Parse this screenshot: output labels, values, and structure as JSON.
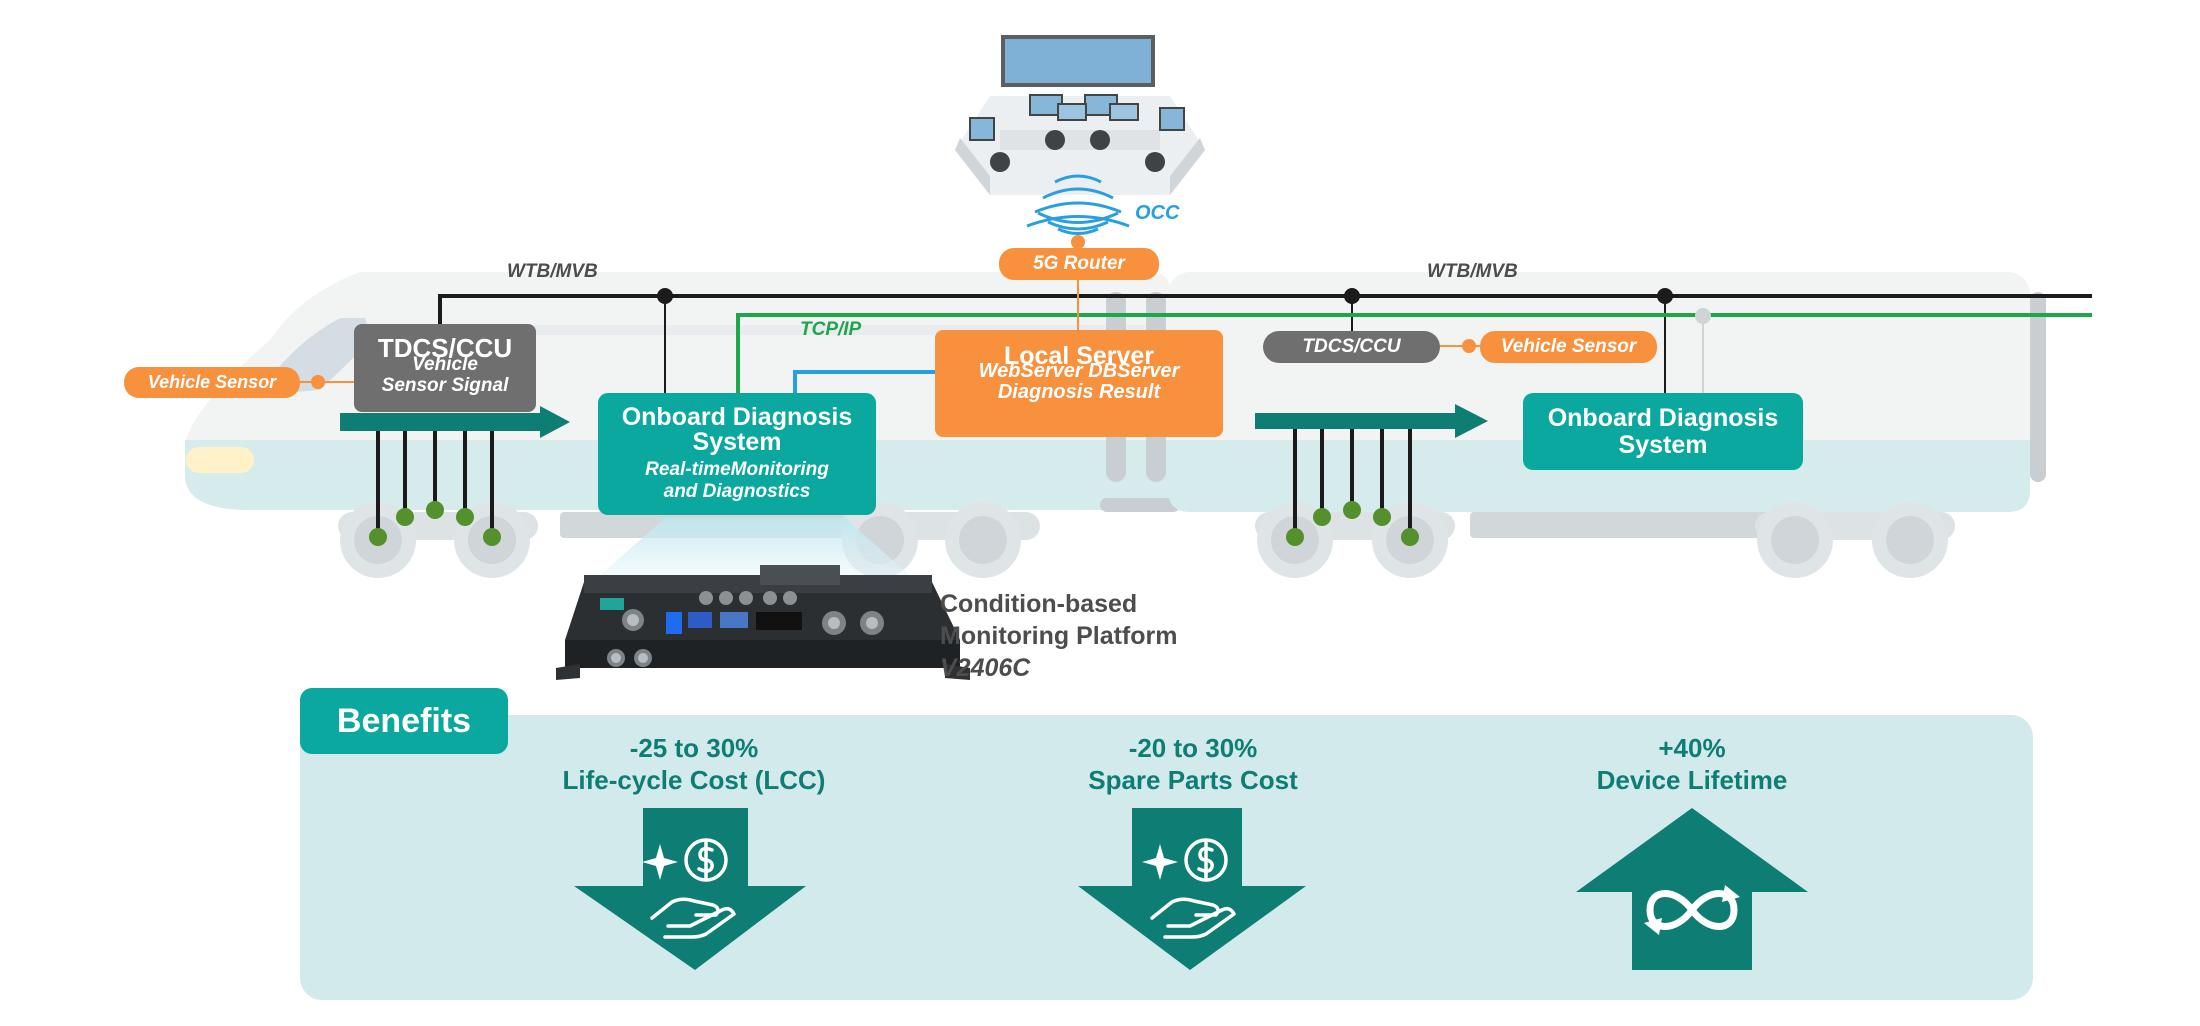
{
  "network": {
    "wtb_mvb_left": "WTB/MVB",
    "wtb_mvb_right": "WTB/MVB",
    "tcp_ip": "TCP/IP",
    "occ": "OCC"
  },
  "router": {
    "label": "5G Router"
  },
  "local_server": {
    "title": "Local Server",
    "line1": "WebServer DBServer",
    "line2": "Diagnosis Result"
  },
  "car1": {
    "tdcs_title": "TDCS/CCU",
    "tdcs_sub1": "Vehicle",
    "tdcs_sub2": "Sensor Signal",
    "vehicle_sensor": "Vehicle Sensor",
    "onboard_title1": "Onboard Diagnosis",
    "onboard_title2": "System",
    "onboard_sub1": "Real-timeMonitoring",
    "onboard_sub2": "and Diagnostics"
  },
  "car2": {
    "tdcs_title": "TDCS/CCU",
    "vehicle_sensor": "Vehicle Sensor",
    "onboard_title1": "Onboard Diagnosis",
    "onboard_title2": "System"
  },
  "platform": {
    "line1": "Condition-based",
    "line2": "Monitoring Platform",
    "model": "V2406C"
  },
  "benefits": {
    "title": "Benefits",
    "items": [
      {
        "value": "-25 to 30%",
        "label": "Life-cycle Cost (LCC)",
        "direction": "down",
        "icon": "money-hand-icon"
      },
      {
        "value": "-20 to 30%",
        "label": "Spare Parts Cost",
        "direction": "down",
        "icon": "money-hand-icon"
      },
      {
        "value": "+40%",
        "label": "Device Lifetime",
        "direction": "up",
        "icon": "infinity-loop-icon"
      }
    ]
  },
  "colors": {
    "teal": "#0aa89e",
    "dark_teal": "#0e7d74",
    "orange": "#f7913d",
    "gray_box": "#6f6f6f",
    "blue_wifi": "#2a9fe0",
    "green_line": "#1fa64a",
    "benefit_bg": "#d3eaec"
  }
}
